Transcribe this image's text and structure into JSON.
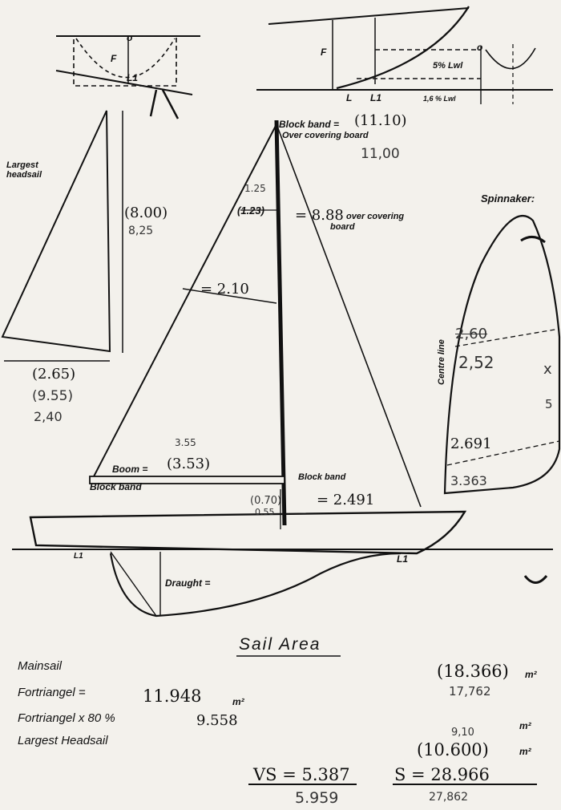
{
  "top_left_detail": {
    "f_label": "F",
    "l1_label": "L1",
    "o_label": "o"
  },
  "top_right_detail": {
    "f_label": "F",
    "l_label": "L",
    "l1_label": "L1",
    "pct_5": "5% Lwl",
    "lwl_16": "1,6 % Lwl",
    "o_label": "o"
  },
  "headsail": {
    "title": "Largest headsail",
    "height": "(8.00)",
    "height_hw": "8,25",
    "base1": "(2.65)",
    "base2": "(9.55)",
    "base_hw": "2,40"
  },
  "mainsail": {
    "block_band_top": "Block band =",
    "block_band_top_val": "(11.10)",
    "over_covering_board": "Over covering board",
    "top_hw": "11,00",
    "top_small": "1.25",
    "mid_small": "(1.23)",
    "luff_val": "= 8.88",
    "luff_note": "over covering",
    "luff_note2": "board",
    "width_val": "= 2.10",
    "boom_label": "Boom =",
    "boom_val": "(3.53)",
    "boom_hw": "3.55",
    "block_band_left": "Block band",
    "block_band_right": "Block band",
    "mast_base_val": "(0.70)",
    "mast_base_hw": "0.55",
    "foot_val": "= 2.491"
  },
  "spinnaker": {
    "title": "Spinnaker:",
    "centre_line": "Centre line",
    "upper_hw": "2,52",
    "upper_scribble": "2,60",
    "mid_val": "2.691",
    "lower_hw": "3.363",
    "side_mark": "x",
    "side_mark2": "5"
  },
  "hull": {
    "l1_left": "L1",
    "l1_right": "L1",
    "draught": "Draught ="
  },
  "sail_area": {
    "heading": "Sail Area",
    "rows": [
      {
        "label": "Mainsail",
        "mid": "",
        "right": "(18.366)",
        "right_hw": "17,762",
        "unit": "m²"
      },
      {
        "label": "Fortriangel =",
        "mid": "11.948",
        "right": "",
        "right_hw": "",
        "unit": "m²"
      },
      {
        "label": "Fortriangel x 80 %",
        "mid": "9.558",
        "right": "",
        "right_hw": "",
        "unit": "m²"
      },
      {
        "label": "Largest Headsail",
        "mid": "",
        "right": "(10.600)",
        "right_hw": "9,10",
        "unit": "m²"
      }
    ],
    "vs": "VS = 5.387",
    "vs_hw": "5.959",
    "s": "S = 28.966",
    "s_hw": "27,862"
  }
}
